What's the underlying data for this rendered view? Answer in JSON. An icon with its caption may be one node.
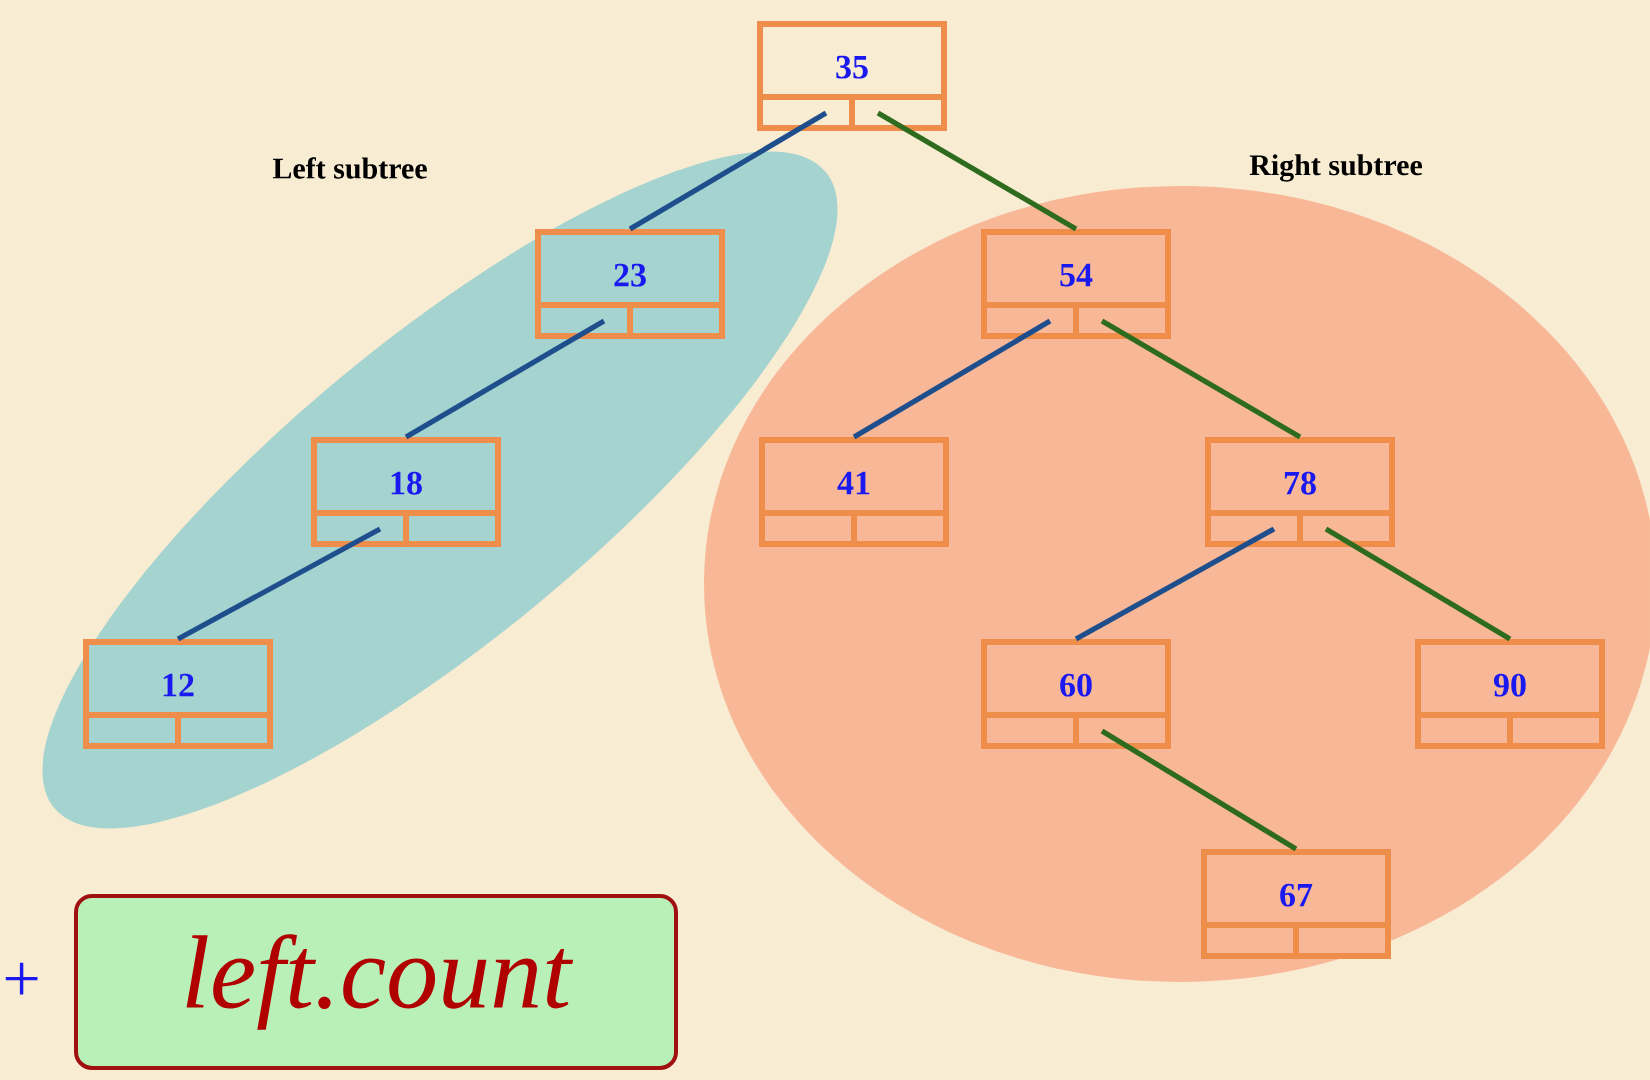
{
  "diagram": {
    "nodes": [
      {
        "text": [
          "35"
        ]
      },
      {
        "text": [
          "Left subtree"
        ]
      },
      {
        "text": [
          "23"
        ],
        "in": 1
      },
      {
        "text": [
          "18"
        ],
        "in": 1
      },
      {
        "text": [
          "12"
        ],
        "in": 1
      },
      {
        "text": [
          "Right subtree"
        ]
      },
      {
        "text": [
          "54"
        ],
        "in": 5
      },
      {
        "text": [
          "41"
        ],
        "in": 5
      },
      {
        "text": [
          "78"
        ],
        "in": 5
      },
      {
        "text": [
          "60"
        ],
        "in": 5
      },
      {
        "text": [
          "90"
        ],
        "in": 5
      },
      {
        "text": [
          "67"
        ],
        "in": 5
      },
      {
        "text": [
          "left.count"
        ]
      }
    ],
    "edges": [
      {
        "from": 0,
        "to": 2,
        "arrow": "none"
      },
      {
        "from": 0,
        "to": 6,
        "arrow": "none",
        "color": "#2e6b1e"
      },
      {
        "from": 2,
        "to": 3,
        "arrow": "none"
      },
      {
        "from": 3,
        "to": 4,
        "arrow": "none"
      },
      {
        "from": 6,
        "to": 7,
        "arrow": "none"
      },
      {
        "from": 6,
        "to": 8,
        "arrow": "none",
        "color": "#2e6b1e"
      },
      {
        "from": 8,
        "to": 9,
        "arrow": "none"
      },
      {
        "from": 8,
        "to": 10,
        "arrow": "none",
        "color": "#2e6b1e"
      },
      {
        "from": 9,
        "to": 11,
        "arrow": "none",
        "color": "#2e6b1e"
      }
    ],
    "labels": [
      "+"
    ]
  }
}
